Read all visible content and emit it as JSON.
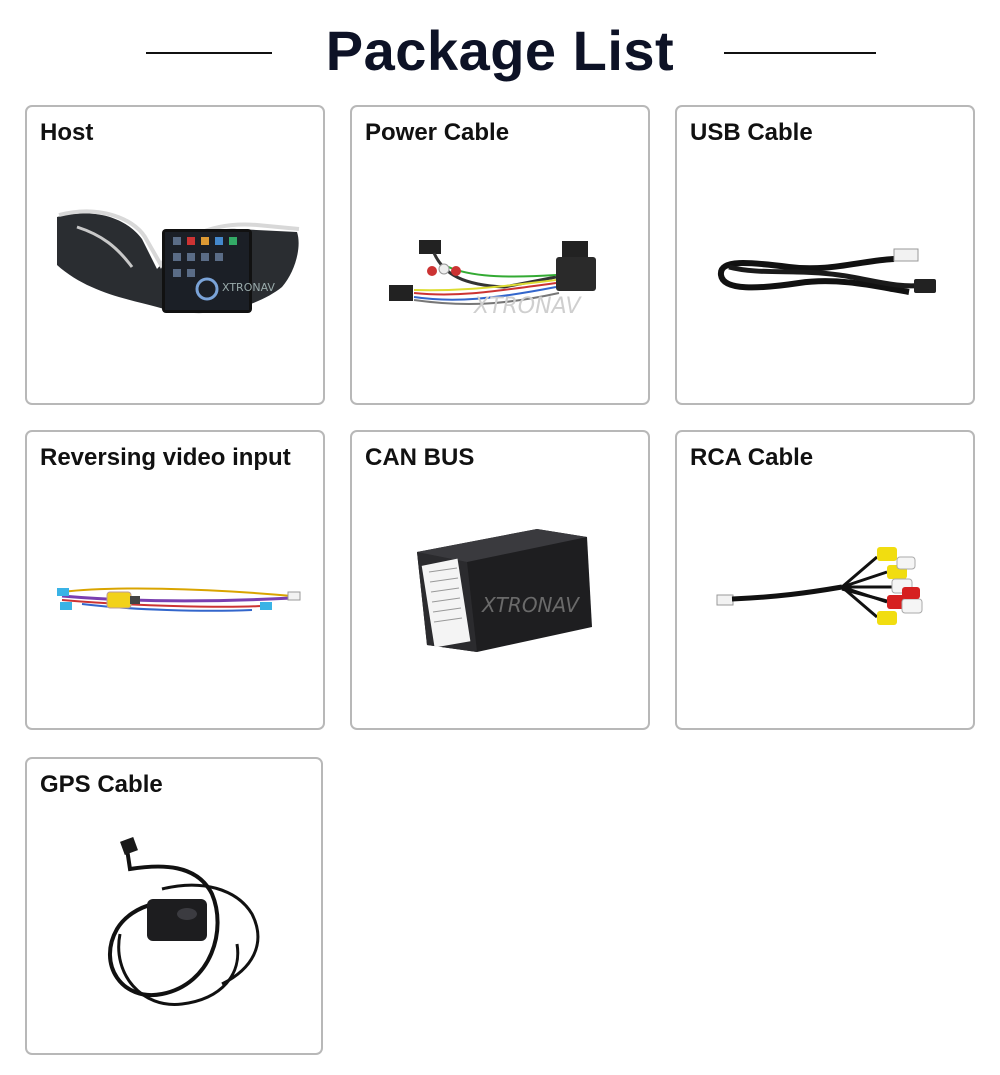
{
  "header": {
    "title": "Package List"
  },
  "items": [
    {
      "label": "Host",
      "icon": "car-stereo-host-image"
    },
    {
      "label": "Power Cable",
      "icon": "power-cable-harness-image"
    },
    {
      "label": "USB Cable",
      "icon": "usb-cable-image"
    },
    {
      "label": "Reversing video input",
      "icon": "reversing-video-cable-image"
    },
    {
      "label": "CAN BUS",
      "icon": "canbus-decoder-box-image"
    },
    {
      "label": "RCA Cable",
      "icon": "rca-cable-image"
    },
    {
      "label": "GPS Cable",
      "icon": "gps-antenna-image"
    }
  ],
  "watermark": "XTRONAV"
}
